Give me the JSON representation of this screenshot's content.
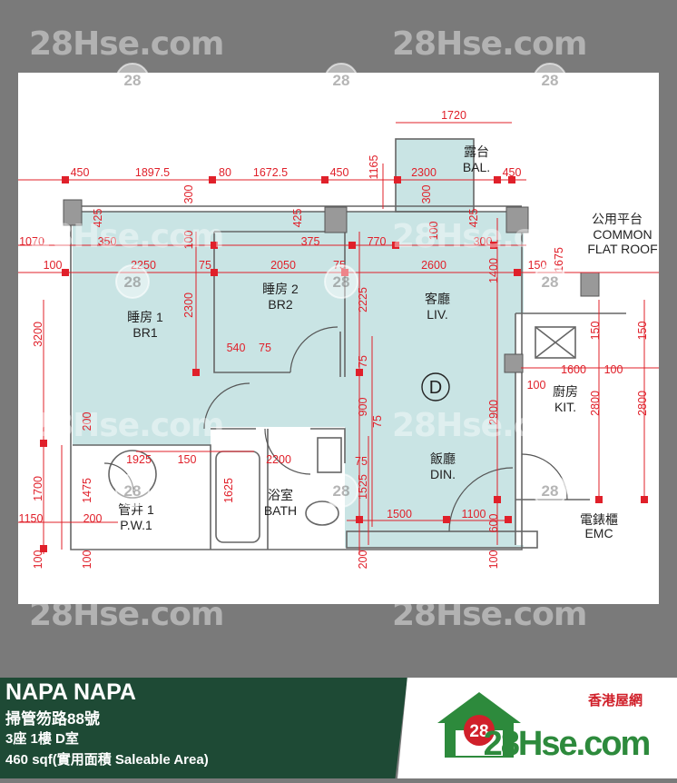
{
  "listing": {
    "name": "NAPA NAPA",
    "address": "掃管笏路88號",
    "unit": "3座 1樓 D室",
    "area": "460 sqf(實用面積 Saleable Area)"
  },
  "watermark": {
    "text": "28Hse.com",
    "badge": "28"
  },
  "brand": {
    "badge": "28",
    "name_zh": "香港屋網",
    "domain": "28Hse.com",
    "color_green": "#1e4a35",
    "color_red": "#d0202a"
  },
  "plan": {
    "unit_label": "D",
    "rooms": {
      "balcony_zh": "露台",
      "balcony_en": "BAL.",
      "br1_zh": "睡房 1",
      "br1_en": "BR1",
      "br2_zh": "睡房 2",
      "br2_en": "BR2",
      "liv_zh": "客廳",
      "liv_en": "LIV.",
      "din_zh": "飯廳",
      "din_en": "DIN.",
      "kit_zh": "廚房",
      "kit_en": "KIT.",
      "bath_zh": "浴室",
      "bath_en": "BATH",
      "pw_zh": "管井 1",
      "pw_en": "P.W.1",
      "emc_zh": "電錶櫃",
      "emc_en": "EMC",
      "flat_roof_zh": "公用平台",
      "flat_roof_en1": "COMMON",
      "flat_roof_en2": "FLAT ROOF"
    },
    "dims": {
      "d1720": "1720",
      "d450a": "450",
      "d1897": "1897.5",
      "d80": "80",
      "d1672": "1672.5",
      "d450b": "450",
      "d2300a": "2300",
      "d450c": "450",
      "d1165": "1165",
      "d300a": "300",
      "d300b": "300",
      "d425a": "425",
      "d425b": "425",
      "d425c": "425",
      "d1070": "1070",
      "d350": "350",
      "d100a": "100",
      "d375": "375",
      "d770": "770",
      "d100b": "100",
      "d300c": "300",
      "d100c": "100",
      "d2250": "2250",
      "d75a": "75",
      "d2050": "2050",
      "d75b": "75",
      "d2600": "2600",
      "d150a": "150",
      "d1400": "1400",
      "d1675": "1675",
      "d2300b": "2300",
      "d2225": "2225",
      "d3200": "3200",
      "d540": "540",
      "d75c": "75",
      "d150b": "150",
      "d150c": "150",
      "d75d": "75",
      "d900": "900",
      "d75e": "75",
      "d1600": "1600",
      "d100d": "100",
      "d100e": "100",
      "d2900": "2900",
      "d2800a": "2800",
      "d2800b": "2800",
      "d200a": "200",
      "d1925": "1925",
      "d150d": "150",
      "d2200": "2200",
      "d75f": "75",
      "d1700": "1700",
      "d1475": "1475",
      "d1625": "1625",
      "d1525": "1525",
      "d1150": "1150",
      "d200b": "200",
      "d1500": "1500",
      "d1100": "1100",
      "d600": "600",
      "d100f": "100",
      "d100g": "100",
      "d200c": "200",
      "d100h": "100"
    }
  }
}
